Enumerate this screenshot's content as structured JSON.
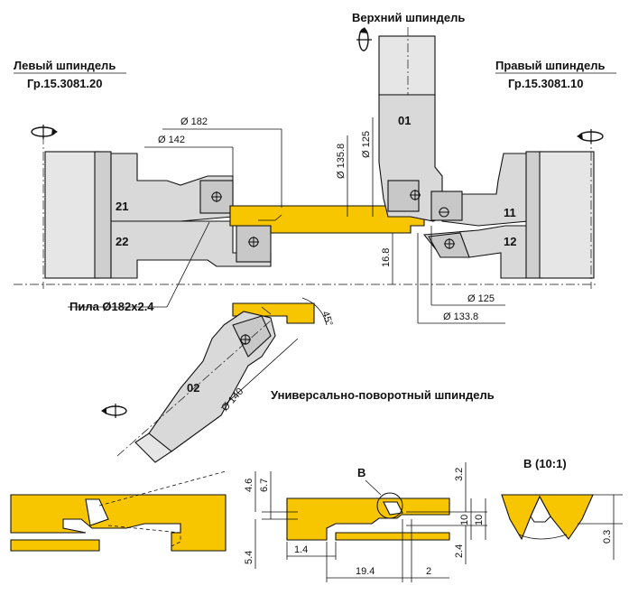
{
  "labels": {
    "top_spindle": "Верхний шпиндель",
    "left_spindle": "Левый шпиндель",
    "left_group": "Гр.15.3081.20",
    "right_spindle": "Правый шпиндель",
    "right_group": "Гр.15.3081.10",
    "saw": "Пила Ø182x2.4",
    "universal_spindle": "Универсально-поворотный шпиндель",
    "detail_mark": "B",
    "detail_title": "B (10:1)"
  },
  "tool_numbers": {
    "t01": "01",
    "t02": "02",
    "t11": "11",
    "t12": "12",
    "t21": "21",
    "t22": "22"
  },
  "dimensions": {
    "d182": "Ø 182",
    "d142": "Ø 142",
    "d135_8": "Ø 135.8",
    "d125_top": "Ø 125",
    "d16_8": "16.8",
    "d125_right": "Ø 125",
    "d133_8": "Ø 133.8",
    "angle45": "45°",
    "d140": "Ø 140",
    "p4_6": "4.6",
    "p6_7": "6.7",
    "p5_4": "5.4",
    "p1_4": "1.4",
    "p19_4": "19.4",
    "p2": "2",
    "p3_2": "3.2",
    "p10a": "10",
    "p10b": "10",
    "p2_4": "2.4",
    "p0_3": "0.3"
  },
  "colors": {
    "workpiece": "#f7c600",
    "tool_body": "#d9d9d9",
    "spindle": "#e6e6e6",
    "outline": "#111111"
  }
}
